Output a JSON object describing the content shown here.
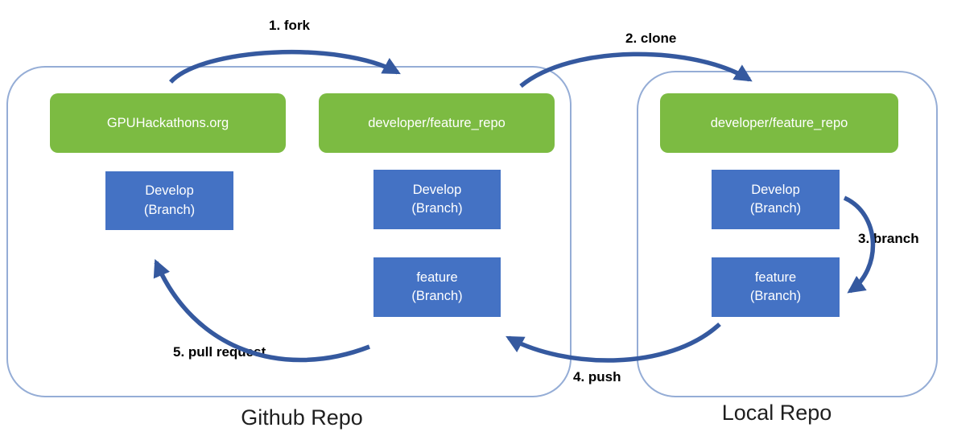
{
  "colors": {
    "green_node": "#7CBB42",
    "blue_node": "#4472C4",
    "arrow": "#35599F",
    "container_border": "#95ADD6",
    "step_text": "#000000",
    "caption_text": "#1F1F1F",
    "background": "#FFFFFF"
  },
  "containers": {
    "github": {
      "caption": "Github Repo"
    },
    "local": {
      "caption": "Local Repo"
    }
  },
  "nodes": {
    "gpuhackathons": {
      "label": "GPUHackathons.org"
    },
    "github_fork_repo": {
      "label": "developer/feature_repo"
    },
    "local_repo": {
      "label": "developer/feature_repo"
    },
    "github_main_develop": {
      "line1": "Develop",
      "line2": "(Branch)"
    },
    "github_fork_develop": {
      "line1": "Develop",
      "line2": "(Branch)"
    },
    "github_fork_feature": {
      "line1": "feature",
      "line2": "(Branch)"
    },
    "local_develop": {
      "line1": "Develop",
      "line2": "(Branch)"
    },
    "local_feature": {
      "line1": "feature",
      "line2": "(Branch)"
    }
  },
  "steps": {
    "fork": "1. fork",
    "clone": "2. clone",
    "branch": "3. branch",
    "push": "4. push",
    "pull_request": "5. pull request"
  }
}
